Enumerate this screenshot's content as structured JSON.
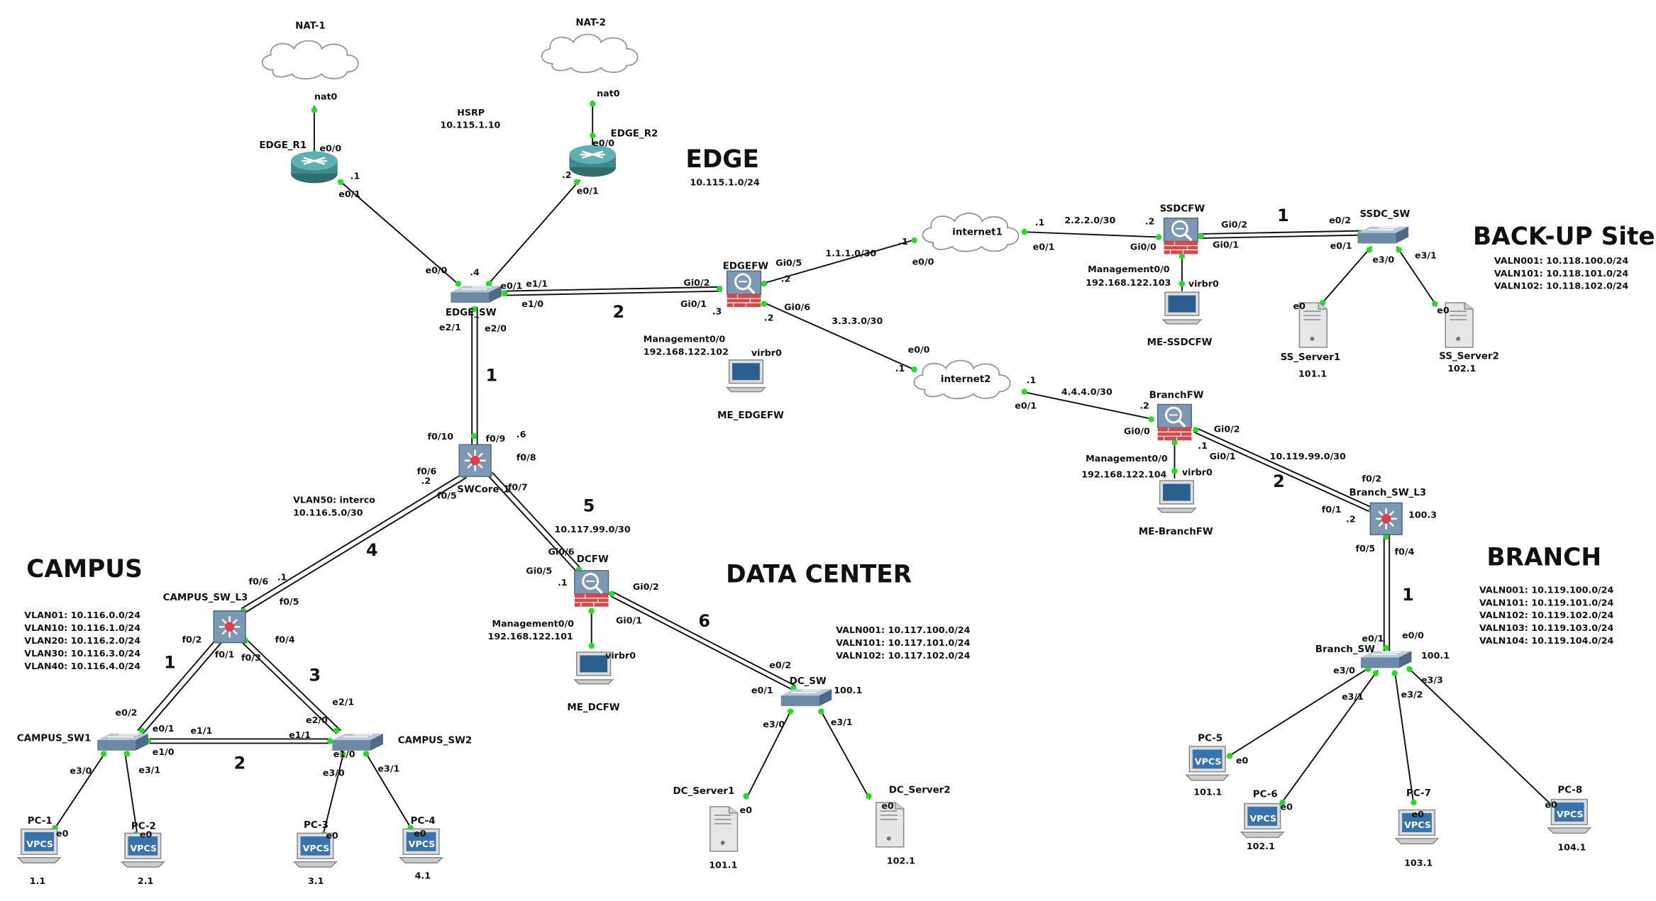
{
  "colors": {
    "router": "#3e8a8a",
    "switch": "#6d8aa5",
    "firewall_red": "#d94848",
    "link": "#111111",
    "link_dot": "#22dd22",
    "cloud_stroke": "#7a8a9a"
  },
  "regions": {
    "edge": {
      "title": "EDGE",
      "subnet": "10.115.1.0/24"
    },
    "hsrp": {
      "title": "HSRP",
      "address": "10.115.1.10"
    },
    "backup": {
      "title": "BACK-UP Site",
      "vlans": [
        "VALN001: 10.118.100.0/24",
        "VALN101: 10.118.101.0/24",
        "VALN102: 10.118.102.0/24"
      ]
    },
    "campus": {
      "title": "CAMPUS",
      "vlans": [
        "VLAN01: 10.116.0.0/24",
        "VLAN10: 10.116.1.0/24",
        "VLAN20: 10.116.2.0/24",
        "VLAN30: 10.116.3.0/24",
        "VLAN40: 10.116.4.0/24"
      ]
    },
    "datacenter": {
      "title": "DATA CENTER",
      "vlans": [
        "VALN001: 10.117.100.0/24",
        "VALN101: 10.117.101.0/24",
        "VALN102: 10.117.102.0/24"
      ]
    },
    "branch": {
      "title": "BRANCH",
      "vlans": [
        "VALN001: 10.119.100.0/24",
        "VALN101: 10.119.101.0/24",
        "VALN102: 10.119.102.0/24",
        "VALN103: 10.119.103.0/24",
        "VALN104: 10.119.104.0/24"
      ]
    },
    "vlan50": {
      "title": "VLAN50: interco",
      "subnet": "10.116.5.0/30"
    }
  },
  "nodes": {
    "nat1": "NAT-1",
    "nat2": "NAT-2",
    "edge_r1": "EDGE_R1",
    "edge_r2": "EDGE_R2",
    "edge_sw": "EDGE_SW",
    "edgefw": "EDGEFW",
    "me_edgefw": "ME_EDGEFW",
    "internet1": "internet1",
    "internet2": "internet2",
    "ssdcfw": "SSDCFW",
    "me_ssdcfw": "ME-SSDCFW",
    "ssdc_sw": "SSDC_SW",
    "ss_server1": "SS_Server1",
    "ss_server2": "SS_Server2",
    "branchfw": "BranchFW",
    "me_branchfw": "ME-BranchFW",
    "branch_sw_l3": "Branch_SW_L3",
    "branch_sw": "Branch_SW",
    "swcore": "SWCore-1",
    "campus_sw_l3": "CAMPUS_SW_L3",
    "campus_sw1": "CAMPUS_SW1",
    "campus_sw2": "CAMPUS_SW2",
    "dcfw": "DCFW",
    "me_dcfw": "ME_DCFW",
    "dc_sw": "DC_SW",
    "dc_server1": "DC_Server1",
    "dc_server2": "DC_Server2",
    "pc1": "PC-1",
    "pc2": "PC-2",
    "pc3": "PC-3",
    "pc4": "PC-4",
    "pc5": "PC-5",
    "pc6": "PC-6",
    "pc7": "PC-7",
    "pc8": "PC-8",
    "vpcs": "VPCS"
  },
  "mgmt": {
    "edgefw": {
      "iface": "Management0/0",
      "ip": "192.168.122.102"
    },
    "ssdcfw": {
      "iface": "Management0/0",
      "ip": "192.168.122.103"
    },
    "branchfw": {
      "iface": "Management0/0",
      "ip": "192.168.122.104"
    },
    "dcfw": {
      "iface": "Management0/0",
      "ip": "192.168.122.101"
    }
  },
  "hosts": {
    "ss1": "101.1",
    "ss2": "102.1",
    "dc1": "101.1",
    "dc2": "102.1",
    "pc1": "1.1",
    "pc2": "2.1",
    "pc3": "3.1",
    "pc4": "4.1",
    "pc5": "101.1",
    "pc6": "102.1",
    "pc7": "103.1",
    "pc8": "104.1",
    "dcsw": "100.1",
    "branchsw": "100.1",
    "branchl3": "100.3"
  },
  "subnets": {
    "i1_edge": "1.1.1.0/30",
    "i1_ssdc": "2.2.2.0/30",
    "i2_edge": "3.3.3.0/30",
    "i2_branch": "4.4.4.0/30",
    "dc": "10.117.99.0/30",
    "branch": "10.119.99.0/30"
  },
  "link_counts": [
    "1",
    "2",
    "1",
    "4",
    "5",
    "6",
    "1",
    "2",
    "3",
    "2",
    "1"
  ],
  "ports": {
    "nat0a": "nat0",
    "nat0b": "nat0",
    "r1_e00": "e0/0",
    "r1_dot": ".1",
    "r1_e01": "e0/1",
    "r2_e00": "e0/0",
    "r2_dot": ".2",
    "r2_e01": "e0/1",
    "esw_e00": "e0/0",
    "esw_dot4": ".4",
    "esw_e01": "e0/1",
    "esw_e11": "e1/1",
    "esw_e10": "e1/0",
    "esw_e21": "e2/1",
    "esw_e20": "e2/0",
    "fw_gi02": "Gi0/2",
    "fw_gi01": "Gi0/1",
    "fw_dot3": ".3",
    "fw_gi05": "Gi0/5",
    "fw_dot2a": ".2",
    "fw_gi06": "Gi0/6",
    "fw_dot2b": ".2",
    "fw_virbr": "virbr0",
    "i1_dot1": ".1",
    "i1_e00": "e0/0",
    "i1_dot1b": ".1",
    "i1_e01": "e0/1",
    "ss_dot2": ".2",
    "ss_gi00": "Gi0/0",
    "ss_gi02": "Gi0/2",
    "ss_gi01": "Gi0/1",
    "ss_virbr": "virbr0",
    "ssw_e02": "e0/2",
    "ssw_e01": "e0/1",
    "ssw_e30": "e3/0",
    "ssw_e31": "e3/1",
    "ss1_e0": "e0",
    "ss2_e0": "e0",
    "i2_e00": "e0/0",
    "i2_dot1": ".1",
    "i2_dot1b": ".1",
    "i2_e01": "e0/1",
    "bf_dot2": ".2",
    "bf_gi00": "Gi0/0",
    "bf_gi02": "Gi0/2",
    "bf_dot1": ".1",
    "bf_gi01": "Gi0/1",
    "bf_virbr": "virbr0",
    "bl3_f02": "f0/2",
    "bl3_f01": "f0/1",
    "bl3_dot2": ".2",
    "bl3_f05": "f0/5",
    "bl3_f04": "f0/4",
    "bsw_e01": "e0/1",
    "bsw_e00": "e0/0",
    "bsw_e30": "e3/0",
    "bsw_e31": "e3/1",
    "bsw_e32": "e3/2",
    "bsw_e33": "e3/3",
    "pc5_e0": "e0",
    "pc6_e0": "e0",
    "pc7_e0": "e0",
    "pc8_e0": "e0",
    "core_f010": "f0/10",
    "core_f09": "f0/9",
    "core_dot6": ".6",
    "core_f08": "f0/8",
    "core_f06": "f0/6",
    "core_dot2": ".2",
    "core_f05": "f0/5",
    "core_f07": "f0/7",
    "dcfw_gi06": "Gi0/6",
    "dcfw_gi05": "Gi0/5",
    "dcfw_dot1": ".1",
    "dcfw_gi02": "Gi0/2",
    "dcfw_gi01": "Gi0/1",
    "dcfw_virbr": "virbr0",
    "dcsw_e02": "e0/2",
    "dcsw_e01": "e0/1",
    "dcsw_e30": "e3/0",
    "dcsw_e31": "e3/1",
    "dc1_e0": "e0",
    "dc2_e0": "e0",
    "cl3_f06": "f0/6",
    "cl3_dot1": ".1",
    "cl3_f05": "f0/5",
    "cl3_f02": "f0/2",
    "cl3_f01": "f0/1",
    "cl3_f03": "f0/3",
    "cl3_f04": "f0/4",
    "c1_e02": "e0/2",
    "c1_e01": "e0/1",
    "c1_e11": "e1/1",
    "c1_e10": "e1/0",
    "c1_e30": "e3/0",
    "c1_e31": "e3/1",
    "c2_e21": "e2/1",
    "c2_e20": "e2/0",
    "c2_e11": "e1/1",
    "c2_e10": "e1/0",
    "c2_e30": "e3/0",
    "c2_e31": "e3/1",
    "pc1_e0": "e0",
    "pc2_e0": "e0",
    "pc3_e0": "e0",
    "pc4_e0": "e0"
  }
}
